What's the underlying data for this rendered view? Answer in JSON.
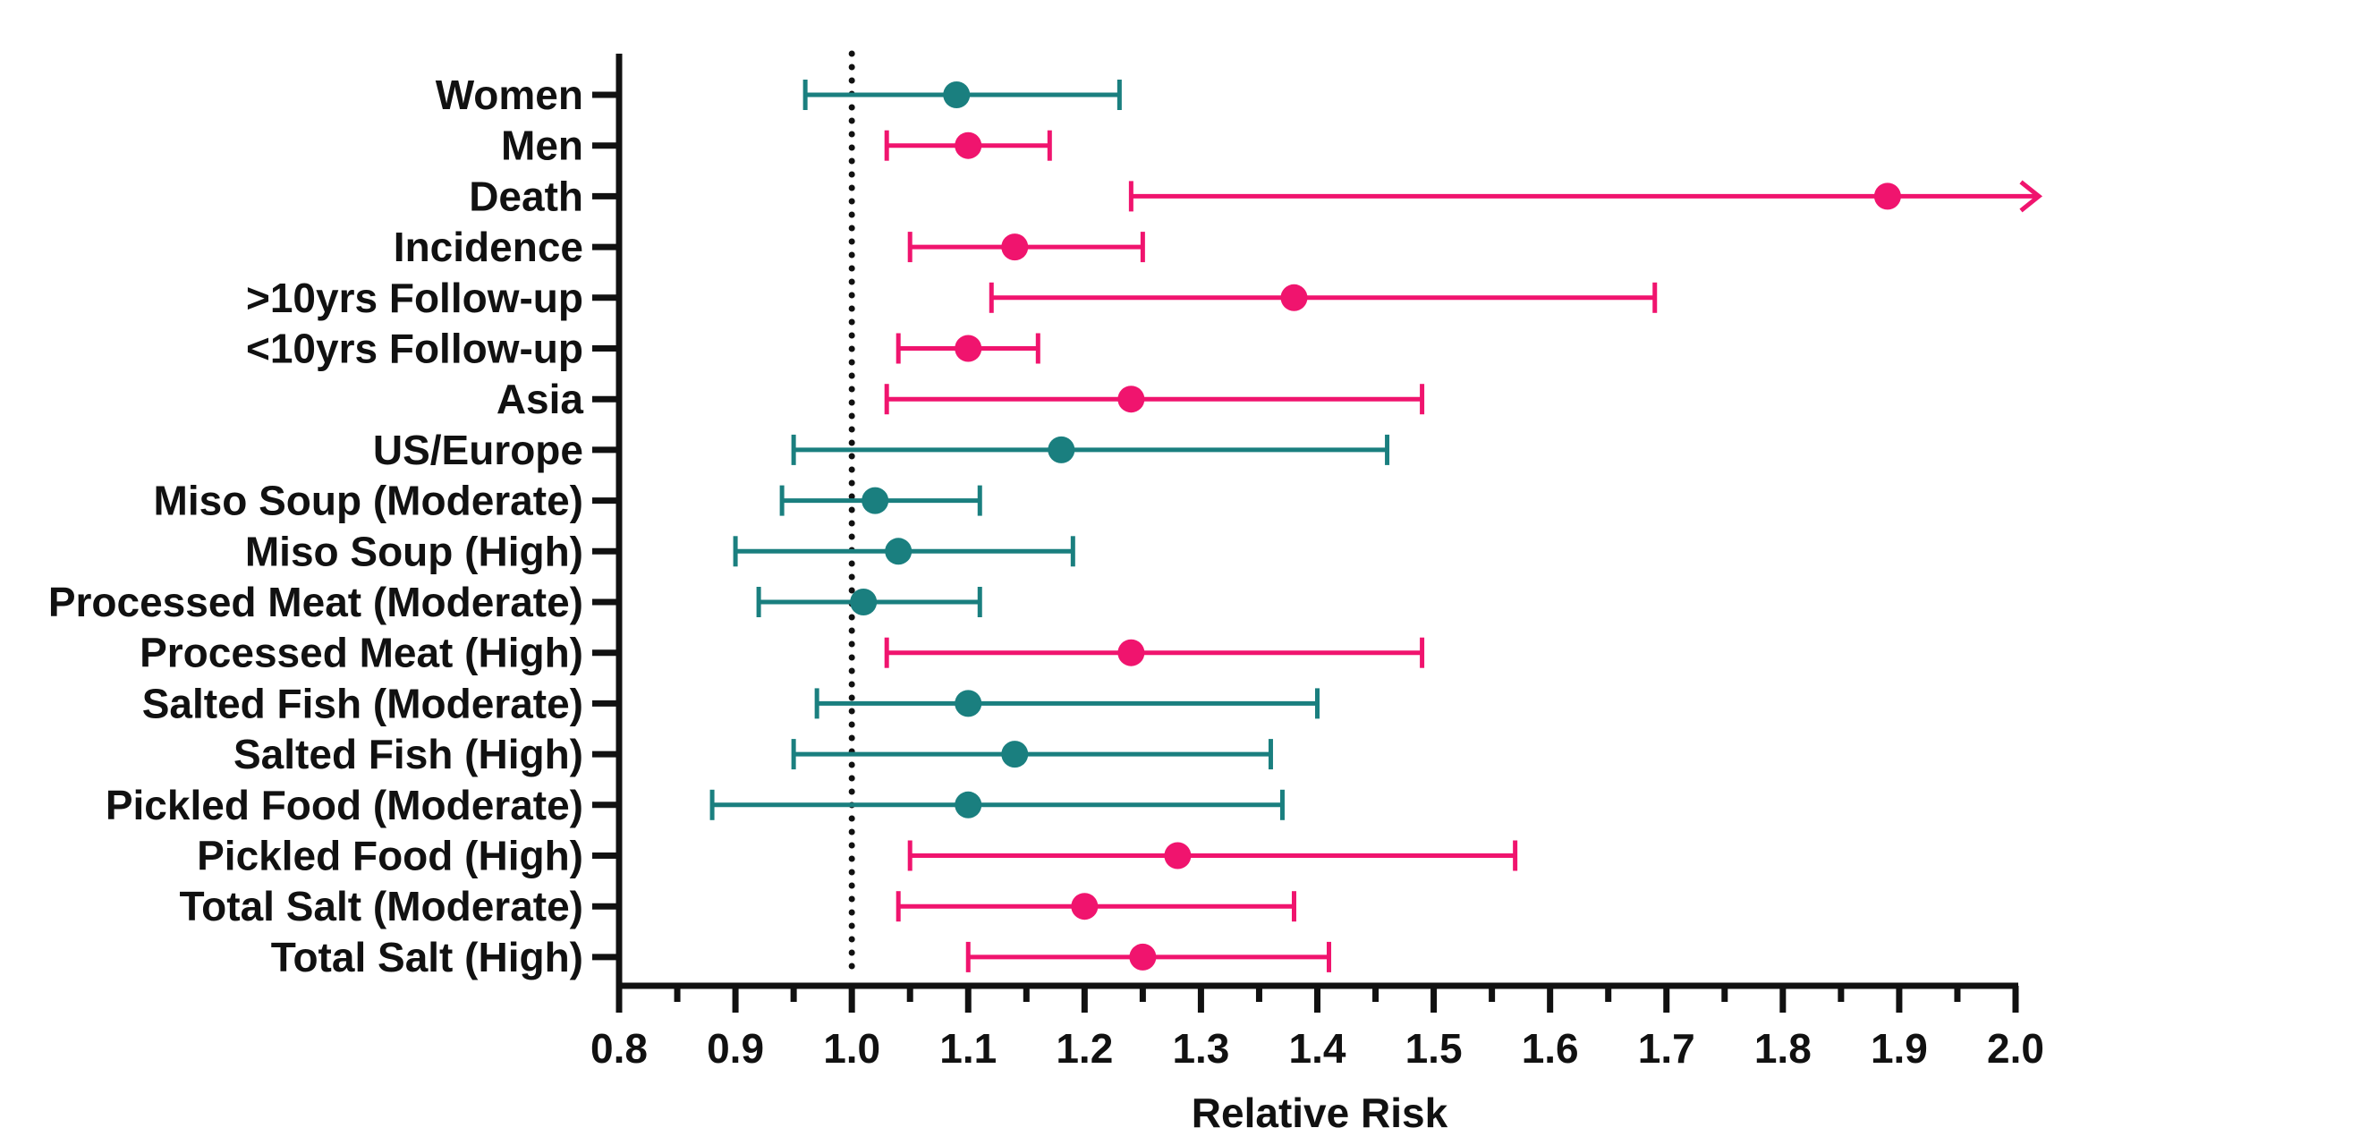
{
  "chart_data": {
    "type": "forest",
    "xlabel": "Relative Risk",
    "ylabel": "",
    "xlim": [
      0.8,
      2.0
    ],
    "x_ticks": [
      "0.8",
      "0.9",
      "1.0",
      "1.1",
      "1.2",
      "1.3",
      "1.4",
      "1.5",
      "1.6",
      "1.7",
      "1.8",
      "1.9",
      "2.0"
    ],
    "reference_line": 1.0,
    "grid": false,
    "legend": "none",
    "colors": {
      "significant": "#f0146e",
      "nonsignificant": "#1a7f7f",
      "axis": "#111111"
    },
    "rows": [
      {
        "label": "Women",
        "rr": 1.09,
        "lo": 0.96,
        "hi": 1.23,
        "group": "nonsignificant"
      },
      {
        "label": "Men",
        "rr": 1.1,
        "lo": 1.03,
        "hi": 1.17,
        "group": "significant"
      },
      {
        "label": "Death",
        "rr": 1.89,
        "lo": 1.24,
        "hi": 2.03,
        "group": "significant",
        "truncated": true
      },
      {
        "label": "Incidence",
        "rr": 1.14,
        "lo": 1.05,
        "hi": 1.25,
        "group": "significant"
      },
      {
        "label": ">10yrs Follow-up",
        "rr": 1.38,
        "lo": 1.12,
        "hi": 1.69,
        "group": "significant"
      },
      {
        "label": "<10yrs Follow-up",
        "rr": 1.1,
        "lo": 1.04,
        "hi": 1.16,
        "group": "significant"
      },
      {
        "label": "Asia",
        "rr": 1.24,
        "lo": 1.03,
        "hi": 1.49,
        "group": "significant"
      },
      {
        "label": "US/Europe",
        "rr": 1.18,
        "lo": 0.95,
        "hi": 1.46,
        "group": "nonsignificant"
      },
      {
        "label": "Miso Soup (Moderate)",
        "rr": 1.02,
        "lo": 0.94,
        "hi": 1.11,
        "group": "nonsignificant"
      },
      {
        "label": "Miso Soup (High)",
        "rr": 1.04,
        "lo": 0.9,
        "hi": 1.19,
        "group": "nonsignificant"
      },
      {
        "label": "Processed Meat (Moderate)",
        "rr": 1.01,
        "lo": 0.92,
        "hi": 1.11,
        "group": "nonsignificant"
      },
      {
        "label": "Processed Meat (High)",
        "rr": 1.24,
        "lo": 1.03,
        "hi": 1.49,
        "group": "significant"
      },
      {
        "label": "Salted Fish (Moderate)",
        "rr": 1.1,
        "lo": 0.97,
        "hi": 1.4,
        "group": "nonsignificant"
      },
      {
        "label": "Salted Fish (High)",
        "rr": 1.14,
        "lo": 0.95,
        "hi": 1.36,
        "group": "nonsignificant"
      },
      {
        "label": "Pickled Food (Moderate)",
        "rr": 1.1,
        "lo": 0.88,
        "hi": 1.37,
        "group": "nonsignificant"
      },
      {
        "label": "Pickled Food (High)",
        "rr": 1.28,
        "lo": 1.05,
        "hi": 1.57,
        "group": "significant"
      },
      {
        "label": "Total Salt (Moderate)",
        "rr": 1.2,
        "lo": 1.04,
        "hi": 1.38,
        "group": "significant"
      },
      {
        "label": "Total Salt (High)",
        "rr": 1.25,
        "lo": 1.1,
        "hi": 1.41,
        "group": "significant"
      }
    ]
  }
}
